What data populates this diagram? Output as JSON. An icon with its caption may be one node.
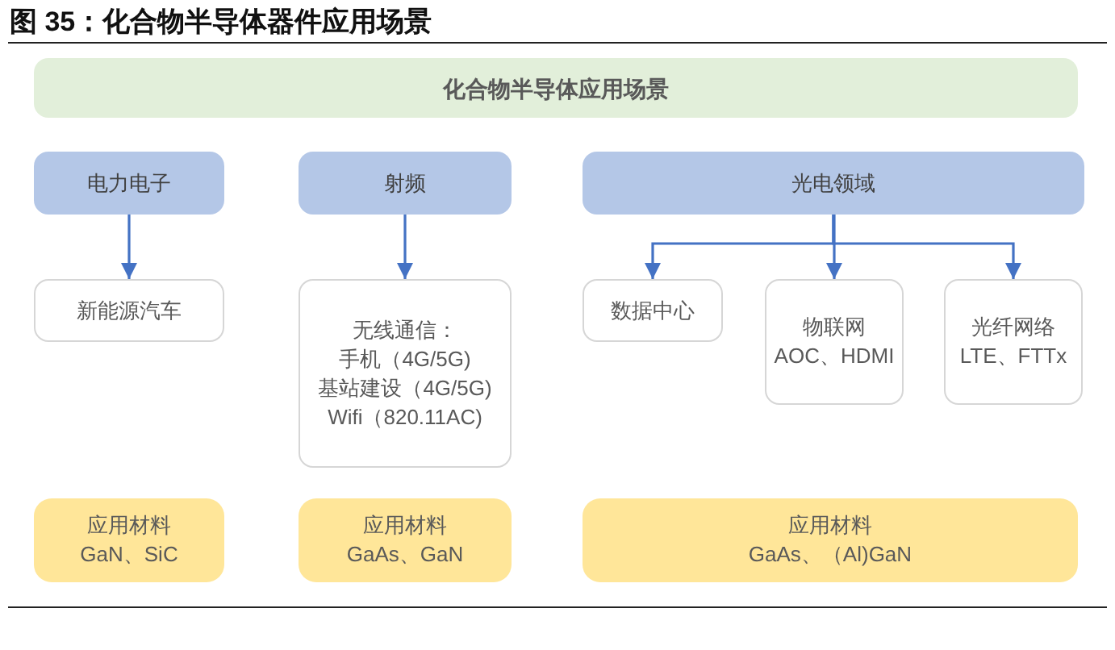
{
  "diagram": {
    "title": "图 35：化合物半导体器件应用场景",
    "nodes": [
      {
        "text": [
          "化合物半导体应用场景"
        ]
      },
      {
        "text": [
          "电力电子"
        ]
      },
      {
        "text": [
          "射频"
        ]
      },
      {
        "text": [
          "光电领域"
        ]
      },
      {
        "text": [
          "新能源汽车"
        ]
      },
      {
        "text": [
          "无线通信：",
          "手机（4G/5G)",
          "基站建设（4G/5G)",
          "Wifi（820.11AC)"
        ]
      },
      {
        "text": [
          "数据中心"
        ]
      },
      {
        "text": [
          "物联网",
          "AOC、HDMI"
        ]
      },
      {
        "text": [
          "光纤网络",
          "LTE、FTTx"
        ]
      },
      {
        "text": [
          "应用材料",
          "GaN、SiC"
        ]
      },
      {
        "text": [
          "应用材料",
          "GaAs、GaN"
        ]
      },
      {
        "text": [
          "应用材料",
          "GaAs、（Al)GaN"
        ]
      }
    ],
    "edges": [
      {
        "from": 1,
        "to": 4,
        "arrow": "to"
      },
      {
        "from": 2,
        "to": 5,
        "arrow": "to"
      },
      {
        "from": 3,
        "to": 6,
        "arrow": "to"
      },
      {
        "from": 3,
        "to": 7,
        "arrow": "to"
      },
      {
        "from": 3,
        "to": 8,
        "arrow": "to"
      }
    ]
  }
}
